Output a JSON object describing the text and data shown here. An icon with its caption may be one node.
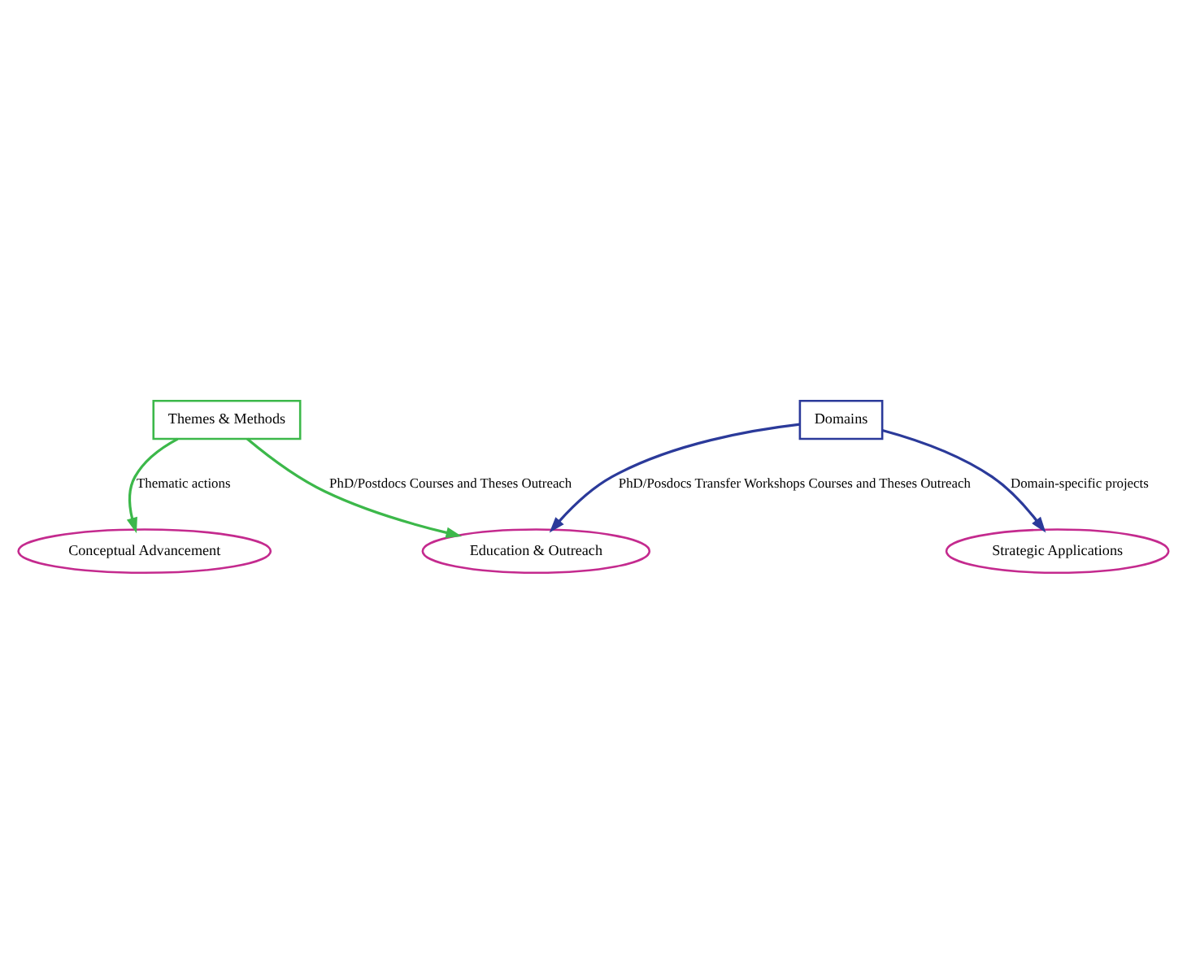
{
  "diagram": {
    "nodes": [
      {
        "text": [
          "Themes & Methods"
        ]
      },
      {
        "text": [
          "Domains"
        ]
      },
      {
        "text": [
          "Strategic Applications"
        ]
      },
      {
        "text": [
          "Conceptual Advancement"
        ]
      },
      {
        "text": [
          "Education & Outreach"
        ]
      }
    ],
    "edges": [
      {
        "from": 1,
        "to": 2,
        "arrow": "to",
        "label": "Domain-specific projects",
        "color": "#2b3a9a"
      },
      {
        "from": 0,
        "to": 3,
        "arrow": "to",
        "label": "Thematic actions",
        "color": "#3cb84a"
      },
      {
        "from": 0,
        "to": 4,
        "arrow": "to",
        "label": "PhD/Postdocs Courses and Theses Outreach",
        "color": "#3cb84a"
      },
      {
        "from": 1,
        "to": 4,
        "arrow": "to",
        "label": "PhD/Posdocs Transfer Workshops Courses and Theses Outreach",
        "color": "#2b3a9a"
      }
    ]
  }
}
